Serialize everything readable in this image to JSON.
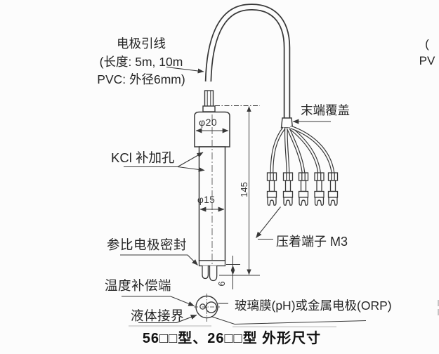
{
  "page": {
    "bg": "#fcfcfc",
    "ink": "#383838",
    "text_color": "#262626"
  },
  "labels": {
    "lead_wire": {
      "line1": "电极引线",
      "line2": "(长度: 5m, 10m",
      "line3": "PVC: 外径6mm)"
    },
    "right_partial": {
      "line1": "(",
      "line2": "PV"
    },
    "end_cover": "末端覆盖",
    "kcl_hole": "KCl 补加孔",
    "ref_seal": "参比电极密封",
    "temp_comp": "温度补偿端",
    "liquid_junction": "液体接界",
    "crimp_terminal": "压着端子 M3",
    "glass_membrane": "玻璃膜(pH)或金属电极(ORP)"
  },
  "dimensions": {
    "cap_diameter": "φ20",
    "body_diameter": "φ15",
    "body_length": "145",
    "tip_length": "6"
  },
  "caption": "56□□型、26□□型 外形尺寸"
}
